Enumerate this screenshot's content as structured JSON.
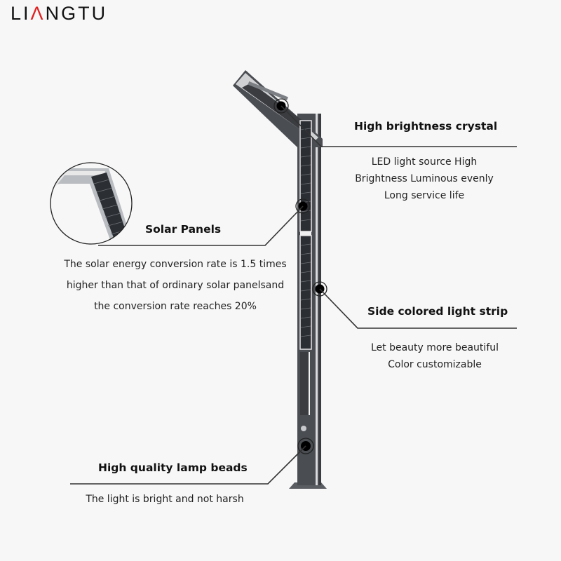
{
  "brand": {
    "logo_prefix": "LI",
    "logo_accent": "Λ",
    "logo_suffix": "NGTU",
    "accent_color": "#e02020"
  },
  "colors": {
    "background": "#f7f7f7",
    "pole": "#4a4d52",
    "pole_dark": "#3a3c40",
    "highlight": "#e8e8e8",
    "line": "#333333"
  },
  "features": [
    {
      "id": "high-brightness-crystal",
      "title": "High brightness crystal",
      "lines": [
        "LED light source High",
        "Brightness Luminous evenly",
        "Long service life"
      ]
    },
    {
      "id": "solar-panels",
      "title": "Solar Panels",
      "lines": [
        "The solar energy conversion rate is 1.5 times",
        "higher than that of ordinary solar panelsand",
        "the conversion rate reaches 20%"
      ]
    },
    {
      "id": "side-colored-light-strip",
      "title": "Side colored light strip",
      "lines": [
        "Let beauty more beautiful",
        "Color customizable"
      ]
    },
    {
      "id": "high-quality-lamp-beads",
      "title": "High quality lamp beads",
      "lines": [
        "The light is bright and not harsh"
      ]
    }
  ]
}
